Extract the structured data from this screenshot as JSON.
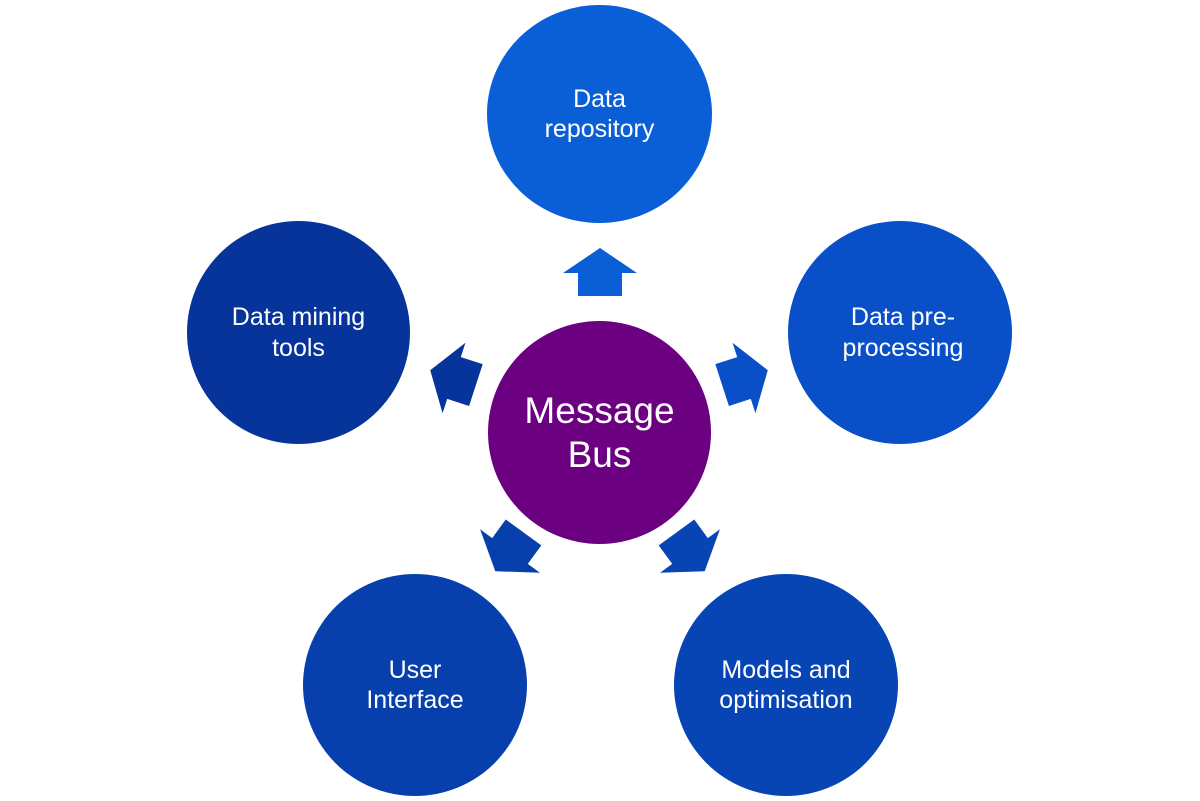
{
  "diagram": {
    "center": {
      "label": "Message\nBus",
      "color": "#6b0080"
    },
    "nodes": {
      "top": {
        "label": "Data\nrepository",
        "color": "#0a5fd6"
      },
      "upper_right": {
        "label": "Data pre-\nprocessing",
        "color": "#0950c8"
      },
      "upper_left": {
        "label": "Data mining\ntools",
        "color": "#06349a"
      },
      "lower_left": {
        "label": "User\nInterface",
        "color": "#0740ad"
      },
      "lower_right": {
        "label": "Models and\noptimisation",
        "color": "#0745b5"
      }
    },
    "arrows": {
      "colors": {
        "top": "#0a5fd6",
        "upper_right": "#0950c8",
        "upper_left": "#06349a",
        "lower_left": "#0740ad",
        "lower_right": "#0745b5"
      }
    }
  }
}
